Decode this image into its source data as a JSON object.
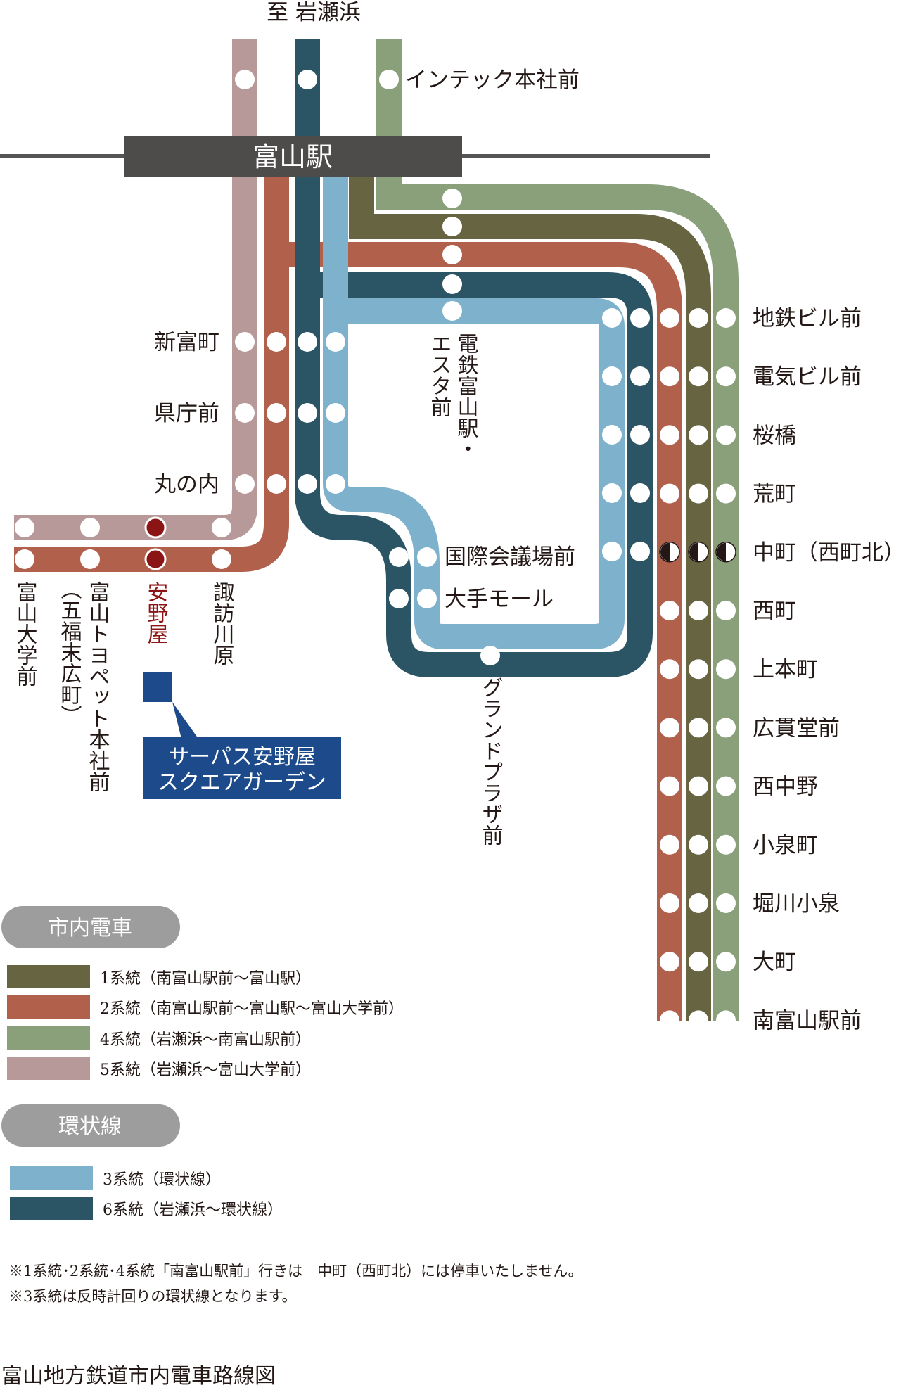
{
  "direction": "至 岩瀬浜",
  "main_station": "富山駅",
  "colors": {
    "line1": "#676441",
    "line2": "#b1604c",
    "line4": "#89a07b",
    "line5": "#b7999a",
    "line3": "#7eb2cc",
    "line6": "#2b5564",
    "station_box": "#4e4b4b",
    "legend_pill": "#9d9d9d",
    "highlight": "#8b1515",
    "callout": "#1c4a8a"
  },
  "stations": {
    "intec": "インテック本社前",
    "shintomicho": "新富町",
    "kenchomae": "県庁前",
    "marunouchi": "丸の内",
    "dentetsu_col1": "電鉄富山駅・",
    "dentetsu_col2": "エスタ前",
    "kokusai": "国際会議場前",
    "otemall": "大手モール",
    "grandplaza": "グランドプラザ前",
    "toyama_univ": "富山大学前",
    "toyopet_col1": "富山トヨペット本社前",
    "toyopet_col2": "（五福末広町）",
    "anoya": "安野屋",
    "suwagawara": "諏訪川原",
    "right": [
      "地鉄ビル前",
      "電気ビル前",
      "桜橋",
      "荒町",
      "中町（西町北）",
      "西町",
      "上本町",
      "広貫堂前",
      "西中野",
      "小泉町",
      "堀川小泉",
      "大町",
      "南富山駅前"
    ]
  },
  "callout": {
    "line1": "サーパス安野屋",
    "line2": "スクエアガーデン"
  },
  "legend": {
    "group1": "市内電車",
    "items1": [
      "1系統（南富山駅前〜富山駅）",
      "2系統（南富山駅前〜富山駅〜富山大学前）",
      "4系統（岩瀬浜〜南富山駅前）",
      "5系統（岩瀬浜〜富山大学前）"
    ],
    "group2": "環状線",
    "items2": [
      "3系統（環状線）",
      "6系統（岩瀬浜〜環状線）"
    ]
  },
  "notes": [
    "※1系統･2系統･4系統「南富山駅前」行きは　中町（西町北）には停車いたしません。",
    "※3系統は反時計回りの環状線となります。"
  ],
  "caption": "富山地方鉄道市内電車路線図"
}
